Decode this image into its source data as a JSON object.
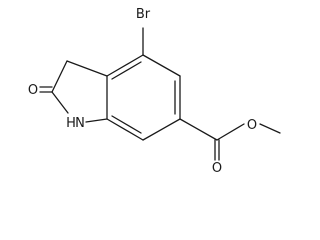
{
  "atoms": {
    "bromine": "Br",
    "carbonyl_oxygen": "O",
    "ring_nitrogen": "N",
    "ring_hydrogen": "H",
    "ester_carbonyl_oxygen": "O",
    "ester_ether_oxygen": "O"
  }
}
